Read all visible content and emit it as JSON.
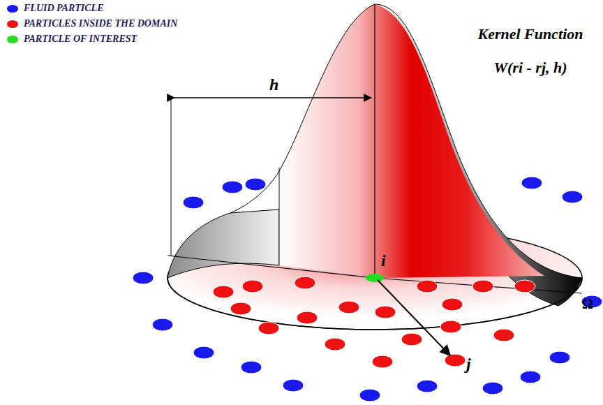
{
  "diagram": {
    "title": "Kernel Function",
    "labels": [
      "W(ri - rj, h)",
      "h",
      "i",
      "j",
      "Ω"
    ],
    "legend": [
      {
        "text": "FLUID PARTICLE",
        "color": "#1a1aee"
      },
      {
        "text": "PARTICLES INSIDE THE DOMAIN",
        "color": "#ee1111"
      },
      {
        "text": "PARTICLE OF INTEREST",
        "color": "#22dd22"
      }
    ]
  }
}
